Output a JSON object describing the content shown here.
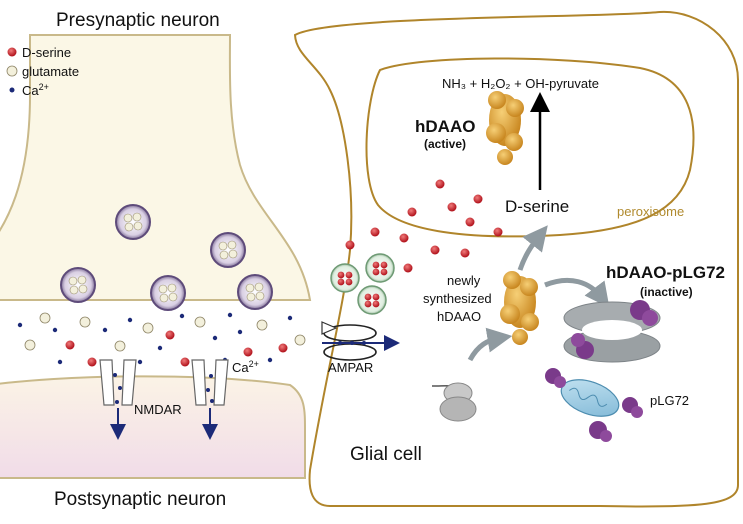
{
  "labels": {
    "presynaptic": "Presynaptic neuron",
    "postsynaptic": "Postsynaptic neuron",
    "glial_cell": "Glial cell",
    "peroxisome": "peroxisome",
    "nmdar": "NMDAR",
    "ampar": "AMPAR",
    "ca_synapse": "Ca",
    "ca_synapse_sup": "2+",
    "reaction": "NH₃ + H₂O₂ + OH-pyruvate",
    "dserine_peroxisome": "D-serine",
    "hdaao_active_name": "hDAAO",
    "hdaao_active_state": "(active)",
    "newly_line1": "newly",
    "newly_line2": "synthesized",
    "newly_line3": "hDAAO",
    "complex_name": "hDAAO-pLG72",
    "complex_state": "(inactive)",
    "plg72": "pLG72"
  },
  "legend": [
    {
      "label": "D-serine",
      "symbol": "d-serine-dot"
    },
    {
      "label": "glutamate",
      "symbol": "glutamate-dot"
    },
    {
      "label": "Ca",
      "sup": "2+",
      "symbol": "calcium-dot"
    }
  ],
  "colors": {
    "d_serine": "#c0262c",
    "glutamate": "#f3f0dc",
    "calcium": "#1c2a78",
    "membrane": "#b0852b",
    "peroxisome_text": "#b08a2e",
    "neuron_fill": "#fbf7e6",
    "postsynaptic_fill": "#f4e6ee",
    "vesicle": "#5e4b7a",
    "enzyme": "#e4a93a",
    "plg72": "#7a3a8a",
    "arrow_grey": "#8f9aa0",
    "ampar_arrow": "#1c2a78"
  }
}
